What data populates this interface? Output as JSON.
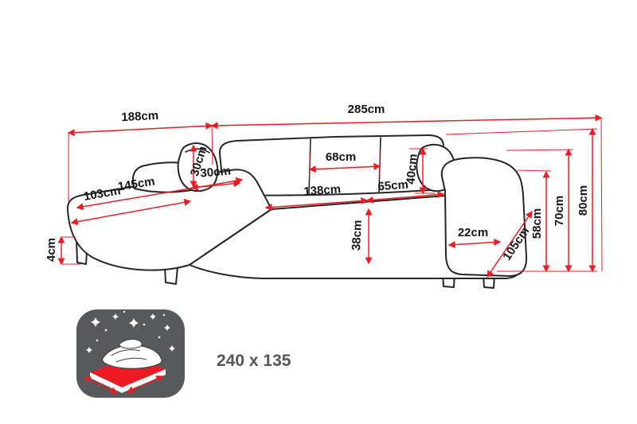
{
  "colors": {
    "dimension_red": "#ed1c24",
    "sofa_outline": "#262626",
    "icon_gray": "#58595b",
    "background": "#ffffff"
  },
  "measurements": {
    "left_width": "188cm",
    "total_width": "285cm",
    "chaise_width": "103cm",
    "chaise_length": "145cm",
    "pillow_height": "30cm",
    "pillow_width": "30cm",
    "back_cushion_width": "68cm",
    "seat_front_main": "138cm",
    "seat_front_corner": "65cm",
    "backrest_cushion_height": "40cm",
    "seat_height": "38cm",
    "armrest_width": "22cm",
    "armrest_depth": "105cm",
    "armrest_height": "58cm",
    "backrest_height": "70cm",
    "total_height": "80cm",
    "leg_height": "4cm"
  },
  "sleeping_area": {
    "size": "240 x 135"
  }
}
